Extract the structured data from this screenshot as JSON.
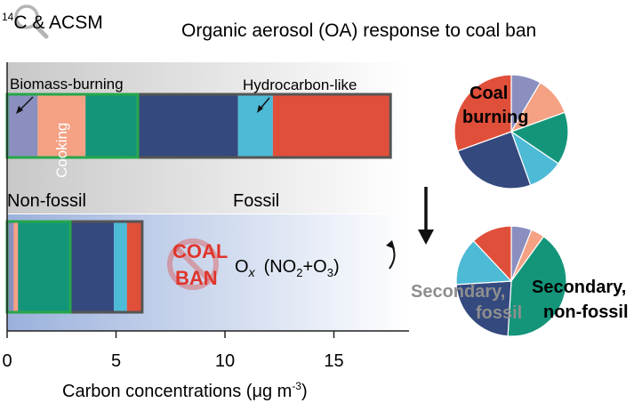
{
  "header": {
    "method_prefix": "14",
    "method_label": "C & ACSM",
    "title": "Organic aerosol (OA) response to coal ban"
  },
  "colors": {
    "biomass_burning": "#8a8fbf",
    "cooking": "#f4a184",
    "secondary_nonfossil": "#14957a",
    "secondary_fossil": "#34497e",
    "hydrocarbon_like": "#4dbad6",
    "coal_burning": "#e04f3a",
    "nonfossil_outline": "#27a64a",
    "coal_ban_red": "#e0352b"
  },
  "chart_data": [
    {
      "type": "bar",
      "orientation": "horizontal",
      "stacked": true,
      "xlabel": "Carbon concentrations (μg m-3)",
      "xlim": [
        0,
        18.5
      ],
      "xticks": [
        0,
        5,
        10,
        15
      ],
      "bars": [
        {
          "segments": [
            {
              "name": "Biomass-burning",
              "value": 1.4
            },
            {
              "name": "Cooking",
              "value": 2.2
            },
            {
              "name": "Secondary, non-fossil",
              "value": 2.4
            },
            {
              "name": "Secondary, fossil",
              "value": 4.6
            },
            {
              "name": "Hydrocarbon-like",
              "value": 1.6
            },
            {
              "name": "Coal burning",
              "value": 5.4
            }
          ]
        },
        {
          "segments": [
            {
              "name": "Biomass-burning",
              "value": 0.3
            },
            {
              "name": "Cooking",
              "value": 0.2
            },
            {
              "name": "Secondary, non-fossil",
              "value": 2.4
            },
            {
              "name": "Secondary, fossil",
              "value": 2.0
            },
            {
              "name": "Hydrocarbon-like",
              "value": 0.6
            },
            {
              "name": "Coal burning",
              "value": 0.7
            }
          ]
        }
      ]
    },
    {
      "type": "pie",
      "label": "Coal burning",
      "slices": [
        {
          "name": "Biomass-burning",
          "value": 8.5
        },
        {
          "name": "Cooking",
          "value": 11
        },
        {
          "name": "Secondary, non-fossil",
          "value": 15
        },
        {
          "name": "Hydrocarbon-like",
          "value": 10
        },
        {
          "name": "Secondary, fossil",
          "value": 25
        },
        {
          "name": "Coal burning",
          "value": 30.5
        }
      ]
    },
    {
      "type": "pie",
      "slices": [
        {
          "name": "Biomass-burning",
          "value": 6
        },
        {
          "name": "Cooking",
          "value": 4
        },
        {
          "name": "Secondary, non-fossil",
          "value": 41
        },
        {
          "name": "Secondary, fossil",
          "value": 23
        },
        {
          "name": "Hydrocarbon-like",
          "value": 14
        },
        {
          "name": "Coal burning",
          "value": 12
        }
      ]
    }
  ],
  "annotations": {
    "biomass_label": "Biomass-burning",
    "hydrocarbon_label": "Hydrocarbon-like",
    "cooking_label": "Cooking",
    "nonfossil_label": "Non-fossil",
    "fossil_label": "Fossil",
    "coal_ban_line1": "COAL",
    "coal_ban_line2": "BAN",
    "ox_main": "O",
    "ox_sub": "x",
    "no2_o3_open": "(NO",
    "no2_sub": "2",
    "plus_o": "+O",
    "o3_sub": "3",
    "close_paren": ")",
    "secondary_fossil_label_1": "Secondary,",
    "secondary_fossil_label_2": "fossil",
    "secondary_nonfossil_label_1": "Secondary,",
    "secondary_nonfossil_label_2": "non-fossil",
    "pie_top_label_1": "Coal",
    "pie_top_label_2": "burning",
    "unit_prefix": "Carbon concentrations (μg m",
    "unit_exp": "-3",
    "unit_suffix": ")"
  }
}
